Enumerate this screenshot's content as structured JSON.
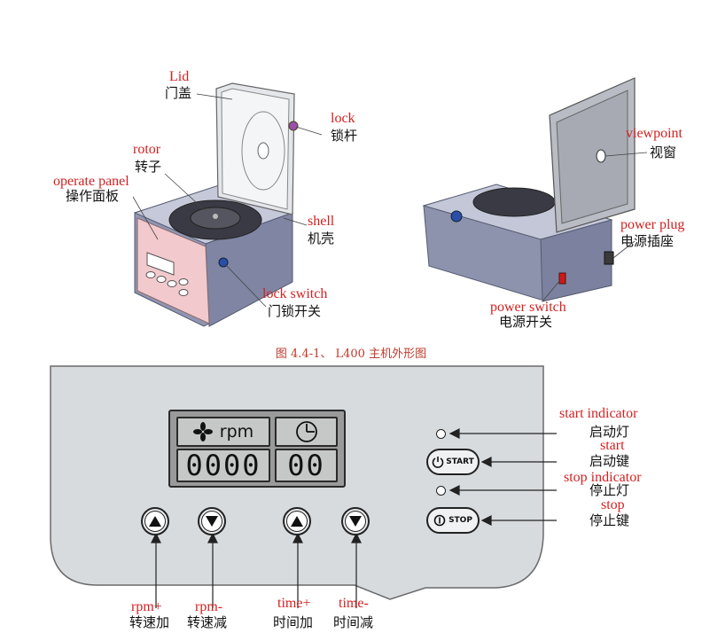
{
  "figure": {
    "labels": {
      "lid_en": "Lid",
      "lid_zh": "门盖",
      "lock_en": "lock",
      "lock_zh": "锁杆",
      "rotor_en": "rotor",
      "rotor_zh": "转子",
      "operate_panel_en": "operate panel",
      "operate_panel_zh": "操作面板",
      "shell_en": "shell",
      "shell_zh": "机壳",
      "lock_switch_en": "lock switch",
      "lock_switch_zh": "门锁开关",
      "viewpoint_en": "viewpoint",
      "viewpoint_zh": "视窗",
      "power_plug_en": "power plug",
      "power_plug_zh": "电源插座",
      "power_switch_en": "power switch",
      "power_switch_zh": "电源开关"
    },
    "caption": "图 4.4-1、 L400 主机外形图"
  },
  "panel": {
    "lcd": {
      "rpm_label": "rpm",
      "rpm_value": "0000",
      "time_value": "00"
    },
    "buttons": {
      "start_label": "START",
      "stop_label": "STOP"
    },
    "labels": {
      "start_indicator_en": "start indicator",
      "start_indicator_zh": "启动灯",
      "start_en": "start",
      "start_zh": "启动键",
      "stop_indicator_en": "stop indicator",
      "stop_indicator_zh": "停止灯",
      "stop_en": "stop",
      "stop_zh": "停止键",
      "rpm_plus_en": "rpm+",
      "rpm_plus_zh": "转速加",
      "rpm_minus_en": "rpm-",
      "rpm_minus_zh": "转速减",
      "time_plus_en": "time+",
      "time_plus_zh": "时间加",
      "time_minus_en": "time-",
      "time_minus_zh": "时间减"
    }
  },
  "icons": [
    "fan-icon",
    "clock-icon",
    "power-icon",
    "stop-power-icon",
    "up-arrow-icon",
    "down-arrow-icon"
  ],
  "colors": {
    "label_red": "#d42020",
    "panel_gray": "#d8dbde",
    "lcd_gray": "#9a9a9a",
    "pink_panel": "#f2c9cc",
    "shell_blue": "#8d93ad"
  }
}
